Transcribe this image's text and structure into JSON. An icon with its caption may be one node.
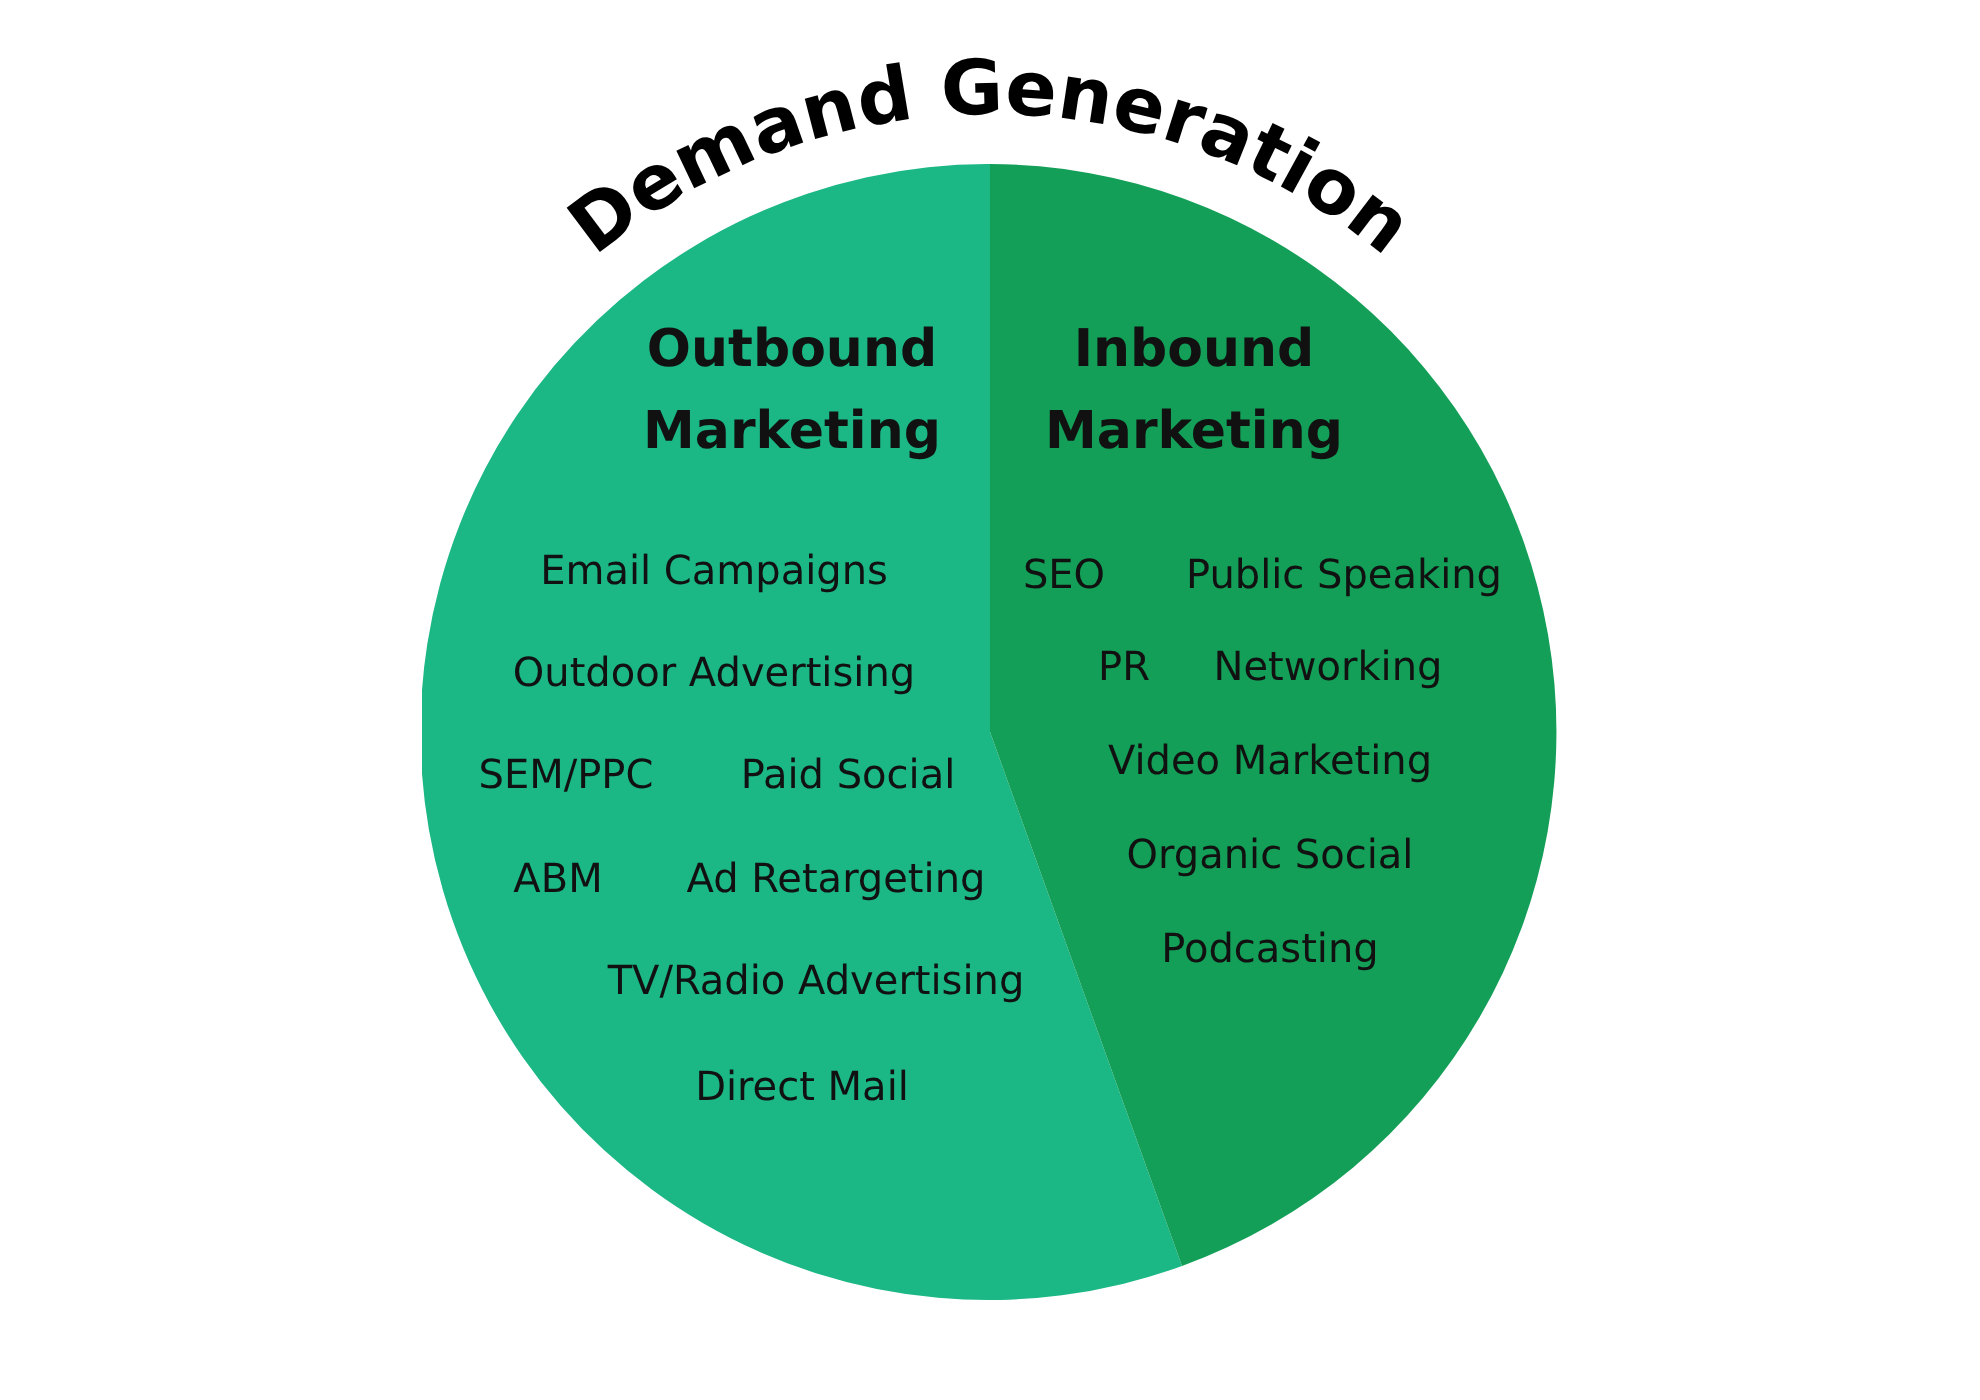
{
  "diagram": {
    "title": "Demand Generation",
    "nodes": [
      {
        "text": [
          "Outbound Marketing",
          "Email Campaigns",
          "Outdoor Advertising",
          "SEM/PPC",
          "Paid Social",
          "ABM",
          "Ad Retargeting",
          "TV/Radio Advertising",
          "Direct Mail"
        ]
      },
      {
        "text": [
          "Inbound Marketing",
          "SEO",
          "Public Speaking",
          "PR",
          "Networking",
          "Video Marketing",
          "Organic Social",
          "Podcasting"
        ]
      }
    ]
  }
}
